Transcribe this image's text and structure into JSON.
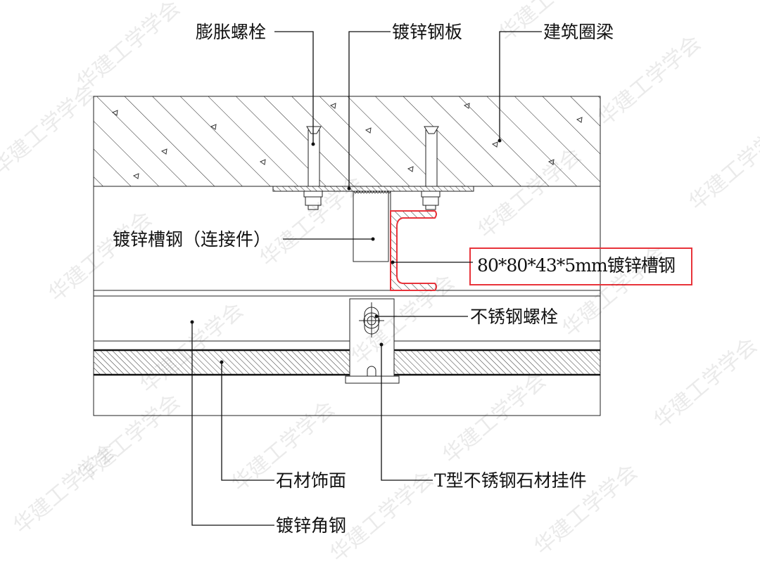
{
  "labels": {
    "expansion_bolt": "膨胀螺栓",
    "galvanized_plate": "镀锌钢板",
    "ring_beam": "建筑圈梁",
    "channel_connector": "镀锌槽钢（连接件）",
    "channel_spec": "80*80*43*5mm镀锌槽钢",
    "stainless_bolt": "不锈钢螺栓",
    "stone_facing": "石材饰面",
    "t_hanger": "T型不锈钢石材挂件",
    "angle_steel": "镀锌角钢"
  },
  "watermark": "华建工学学会",
  "colors": {
    "highlight": "#e8333a",
    "line": "#111111"
  }
}
